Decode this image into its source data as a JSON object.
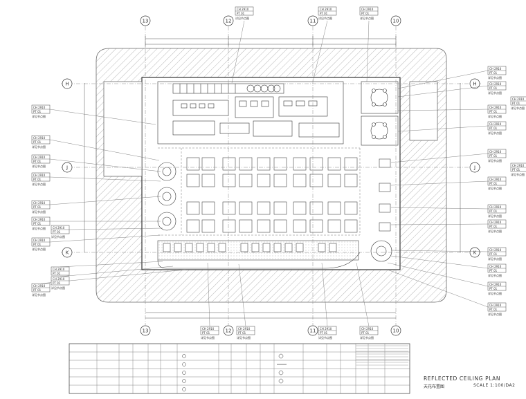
{
  "drawing": {
    "title": "REFLECTED CEILING PLAN",
    "subtitle": "天花布置图",
    "scale": "SCALE  1:100/DA2"
  },
  "grid_axes": {
    "columns": [
      "13",
      "12",
      "11",
      "10"
    ],
    "rows": [
      "H",
      "J",
      "K"
    ]
  },
  "tag_text": {
    "code": "CH 2910",
    "sub": "PT 01",
    "note": "详见节点图"
  },
  "legend": {
    "rows": 5
  }
}
